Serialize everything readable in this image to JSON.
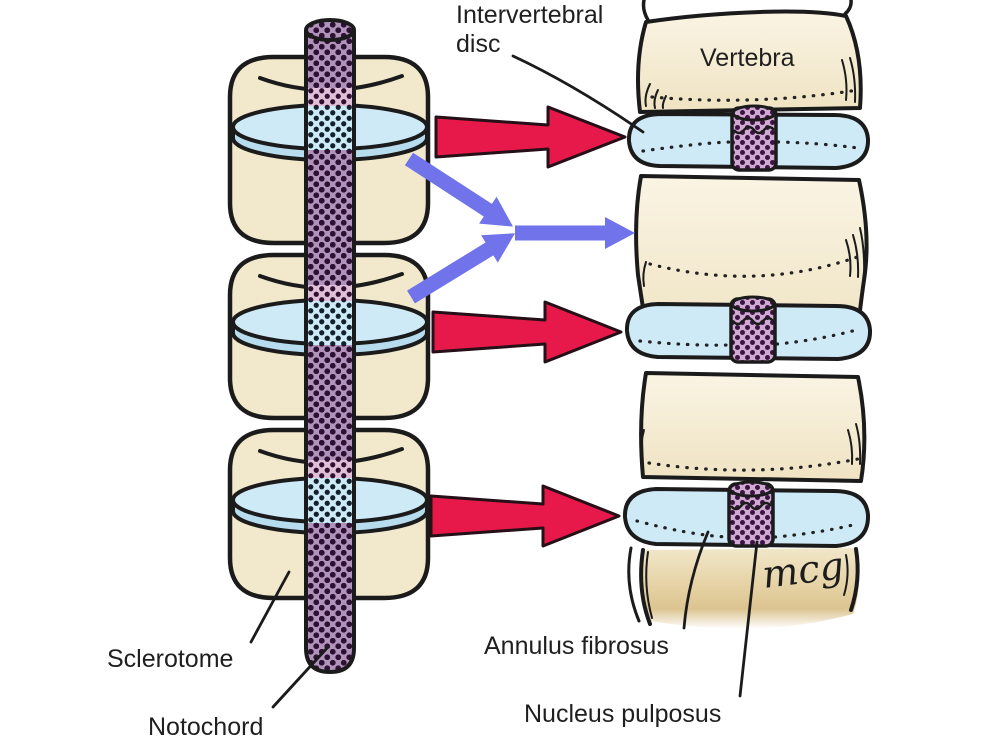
{
  "figure": {
    "description": "Development of the intervertebral disc from sclerotome and notochord",
    "labels": {
      "intervertebral_line1": "Intervertebral",
      "intervertebral_line2": "disc",
      "vertebra": "Vertebra",
      "sclerotome": "Sclerotome",
      "notochord": "Notochord",
      "annulus_fibrosus": "Annulus fibrosus",
      "nucleus_pulposus": "Nucleus pulposus",
      "signature": "mcg"
    },
    "colors": {
      "bone_cream": "#f2e8cc",
      "disc_blue": "#cfeaf7",
      "disc_blue_rim": "#b7dcee",
      "notochord_mauve": "#b192ba",
      "notochord_pink": "#e0c0d8",
      "nucleus_purple": "#d0aad2",
      "red_arrow": "#e7194a",
      "blue_arrow": "#7173ea",
      "outline": "#1b1b1b"
    }
  }
}
